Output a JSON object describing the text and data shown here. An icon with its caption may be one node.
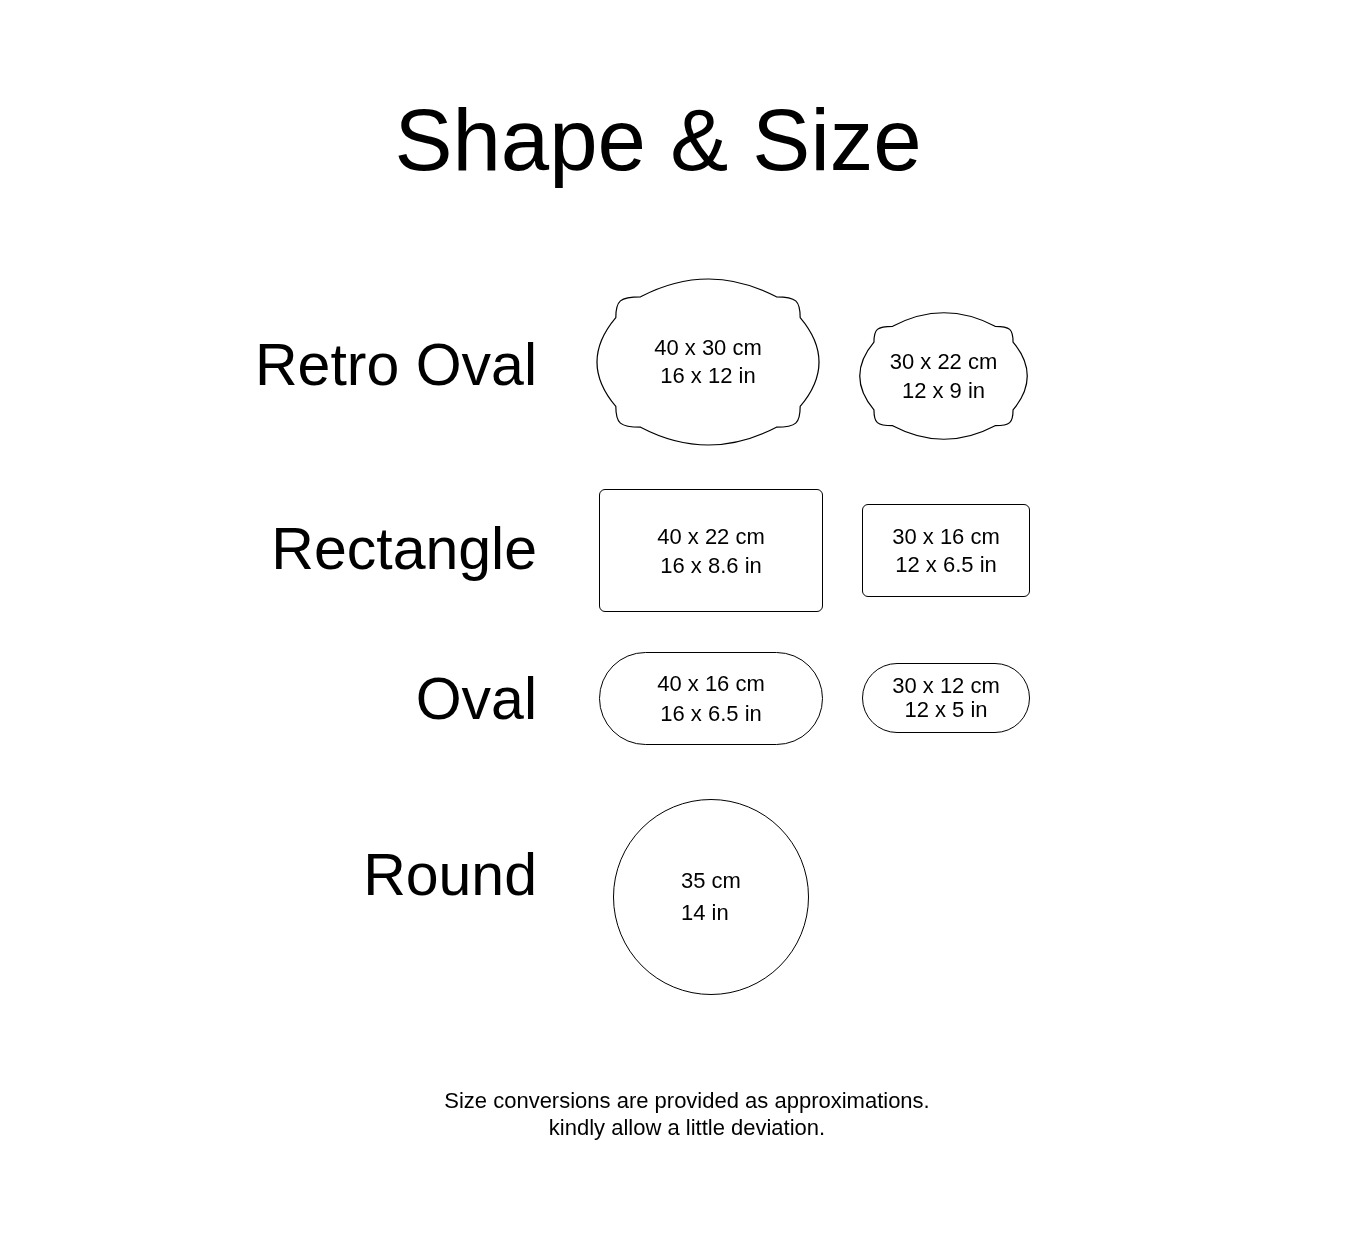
{
  "diagram": {
    "title": "Shape & Size",
    "nodes": [
      {
        "text": [
          "40 x 30 cm",
          "16 x 12 in"
        ]
      },
      {
        "text": [
          "30 x 22 cm",
          "12 x 9 in"
        ]
      },
      {
        "text": [
          "40 x 22 cm",
          "16 x 8.6 in"
        ]
      },
      {
        "text": [
          "30 x 16 cm",
          "12 x 6.5 in"
        ]
      },
      {
        "text": [
          "40 x 16 cm",
          "16 x 6.5 in"
        ]
      },
      {
        "text": [
          "30 x 12 cm",
          "12 x 5 in"
        ]
      },
      {
        "text": [
          "35 cm",
          "14 in"
        ]
      }
    ],
    "labels": [
      "Retro Oval",
      "Rectangle",
      "Oval",
      "Round"
    ],
    "caption": "Size conversions are provided as approximations. kindly allow a little deviation."
  }
}
